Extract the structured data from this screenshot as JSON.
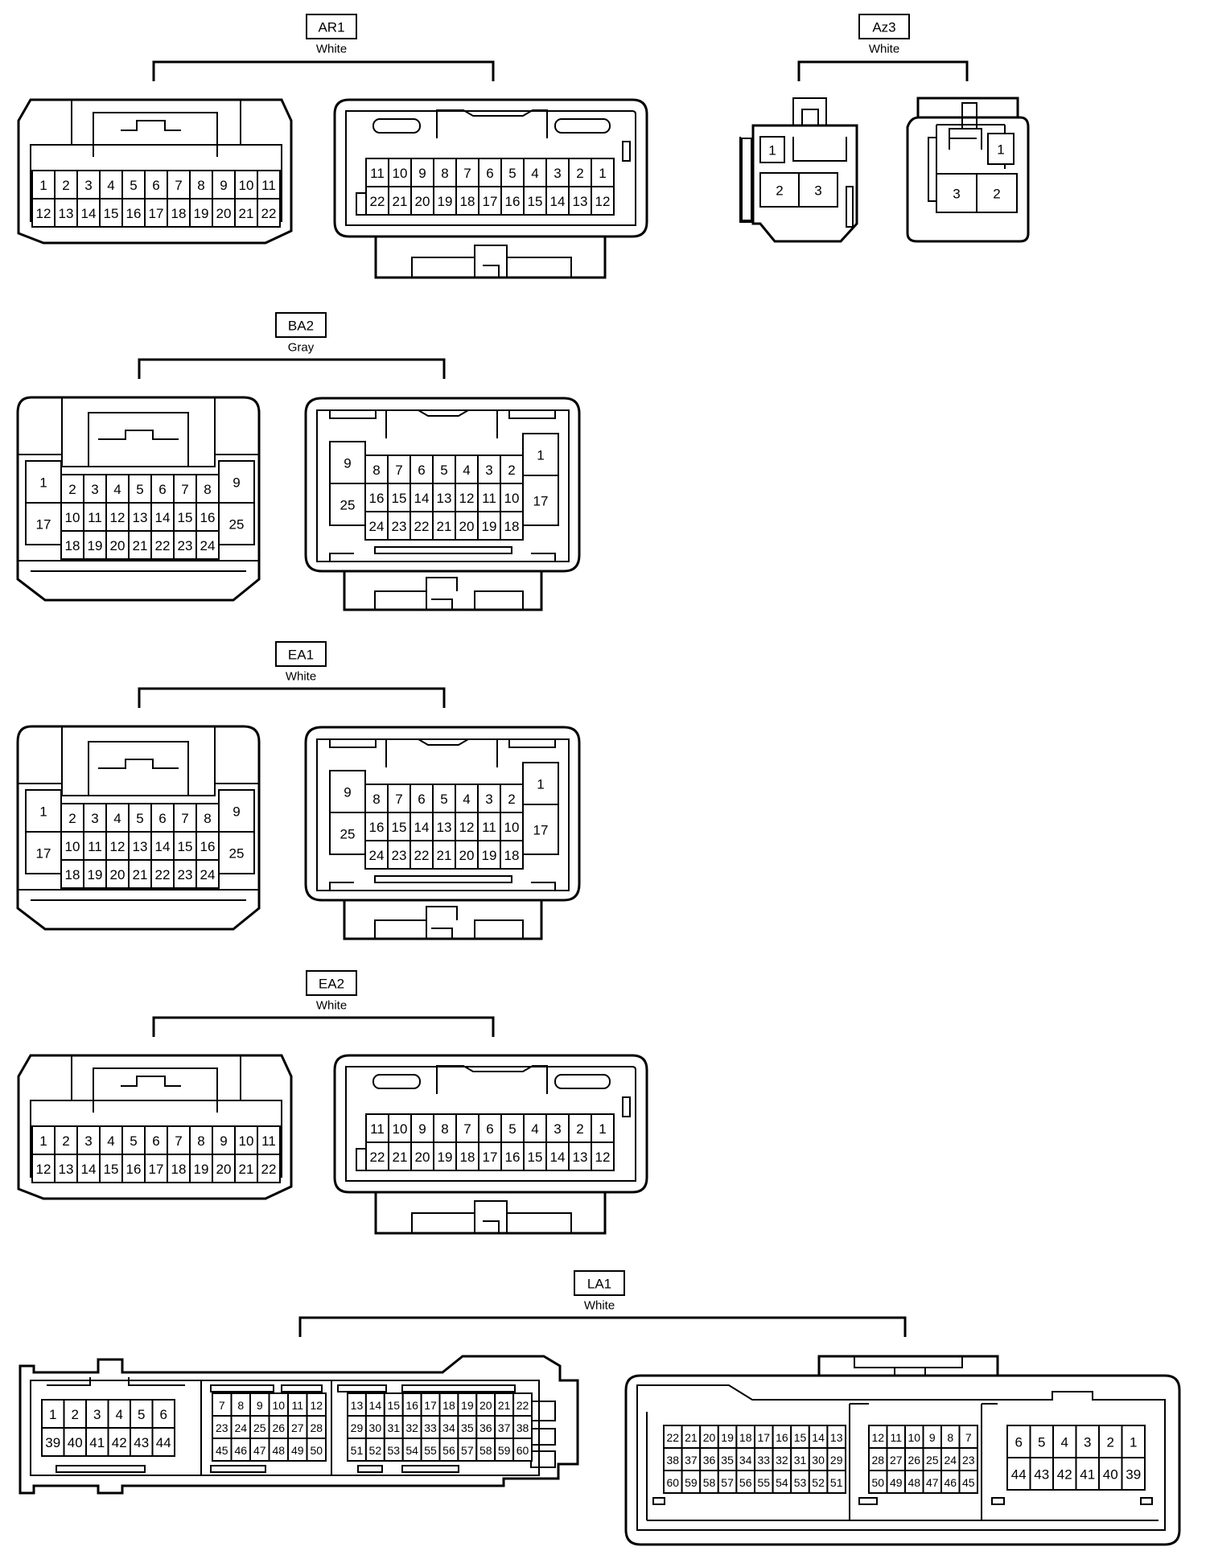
{
  "connectors": [
    {
      "id": "AR1",
      "color": "White"
    },
    {
      "id": "Az3",
      "color": "White"
    },
    {
      "id": "BA2",
      "color": "Gray"
    },
    {
      "id": "EA1",
      "color": "White"
    },
    {
      "id": "EA2",
      "color": "White"
    },
    {
      "id": "LA1",
      "color": "White"
    }
  ],
  "pin_grids": {
    "ar1_left": [
      [
        "1",
        "2",
        "3",
        "4",
        "5",
        "6",
        "7",
        "8",
        "9",
        "10",
        "11"
      ],
      [
        "12",
        "13",
        "14",
        "15",
        "16",
        "17",
        "18",
        "19",
        "20",
        "21",
        "22"
      ]
    ],
    "ar1_right": [
      [
        "11",
        "10",
        "9",
        "8",
        "7",
        "6",
        "5",
        "4",
        "3",
        "2",
        "1"
      ],
      [
        "22",
        "21",
        "20",
        "19",
        "18",
        "17",
        "16",
        "15",
        "14",
        "13",
        "12"
      ]
    ],
    "az3_left": [
      [
        "1"
      ],
      [
        "2",
        "3"
      ]
    ],
    "az3_right": [
      [
        "1"
      ],
      [
        "3",
        "2"
      ]
    ],
    "ba2_left": [
      [
        "1",
        "2",
        "3",
        "4",
        "5",
        "6",
        "7",
        "8",
        "9"
      ],
      [
        "17",
        "10",
        "11",
        "12",
        "13",
        "14",
        "15",
        "16",
        "25"
      ],
      [
        "18",
        "19",
        "20",
        "21",
        "22",
        "23",
        "24"
      ]
    ],
    "ba2_right": [
      [
        "9",
        "8",
        "7",
        "6",
        "5",
        "4",
        "3",
        "2",
        "1"
      ],
      [
        "25",
        "16",
        "15",
        "14",
        "13",
        "12",
        "11",
        "10",
        "17"
      ],
      [
        "24",
        "23",
        "22",
        "21",
        "20",
        "19",
        "18"
      ]
    ],
    "ea1_left": [
      [
        "1",
        "2",
        "3",
        "4",
        "5",
        "6",
        "7",
        "8",
        "9"
      ],
      [
        "17",
        "10",
        "11",
        "12",
        "13",
        "14",
        "15",
        "16",
        "25"
      ],
      [
        "18",
        "19",
        "20",
        "21",
        "22",
        "23",
        "24"
      ]
    ],
    "ea1_right": [
      [
        "9",
        "8",
        "7",
        "6",
        "5",
        "4",
        "3",
        "2",
        "1"
      ],
      [
        "25",
        "16",
        "15",
        "14",
        "13",
        "12",
        "11",
        "10",
        "17"
      ],
      [
        "24",
        "23",
        "22",
        "21",
        "20",
        "19",
        "18"
      ]
    ],
    "ea2_left": [
      [
        "1",
        "2",
        "3",
        "4",
        "5",
        "6",
        "7",
        "8",
        "9",
        "10",
        "11"
      ],
      [
        "12",
        "13",
        "14",
        "15",
        "16",
        "17",
        "18",
        "19",
        "20",
        "21",
        "22"
      ]
    ],
    "ea2_right": [
      [
        "11",
        "10",
        "9",
        "8",
        "7",
        "6",
        "5",
        "4",
        "3",
        "2",
        "1"
      ],
      [
        "22",
        "21",
        "20",
        "19",
        "18",
        "17",
        "16",
        "15",
        "14",
        "13",
        "12"
      ]
    ],
    "la1_left_a": [
      [
        "1",
        "2",
        "3",
        "4",
        "5",
        "6"
      ],
      [
        "39",
        "40",
        "41",
        "42",
        "43",
        "44"
      ]
    ],
    "la1_left_b": [
      [
        "7",
        "8",
        "9",
        "10",
        "11",
        "12"
      ],
      [
        "23",
        "24",
        "25",
        "26",
        "27",
        "28"
      ],
      [
        "45",
        "46",
        "47",
        "48",
        "49",
        "50"
      ]
    ],
    "la1_left_c": [
      [
        "13",
        "14",
        "15",
        "16",
        "17",
        "18",
        "19",
        "20",
        "21",
        "22"
      ],
      [
        "29",
        "30",
        "31",
        "32",
        "33",
        "34",
        "35",
        "36",
        "37",
        "38"
      ],
      [
        "51",
        "52",
        "53",
        "54",
        "55",
        "56",
        "57",
        "58",
        "59",
        "60"
      ]
    ],
    "la1_right_a": [
      [
        "22",
        "21",
        "20",
        "19",
        "18",
        "17",
        "16",
        "15",
        "14",
        "13"
      ],
      [
        "38",
        "37",
        "36",
        "35",
        "34",
        "33",
        "32",
        "31",
        "30",
        "29"
      ],
      [
        "60",
        "59",
        "58",
        "57",
        "56",
        "55",
        "54",
        "53",
        "52",
        "51"
      ]
    ],
    "la1_right_b": [
      [
        "12",
        "11",
        "10",
        "9",
        "8",
        "7"
      ],
      [
        "28",
        "27",
        "26",
        "25",
        "24",
        "23"
      ],
      [
        "50",
        "49",
        "48",
        "47",
        "46",
        "45"
      ]
    ],
    "la1_right_c": [
      [
        "6",
        "5",
        "4",
        "3",
        "2",
        "1"
      ],
      [
        "44",
        "43",
        "42",
        "41",
        "40",
        "39"
      ]
    ]
  }
}
